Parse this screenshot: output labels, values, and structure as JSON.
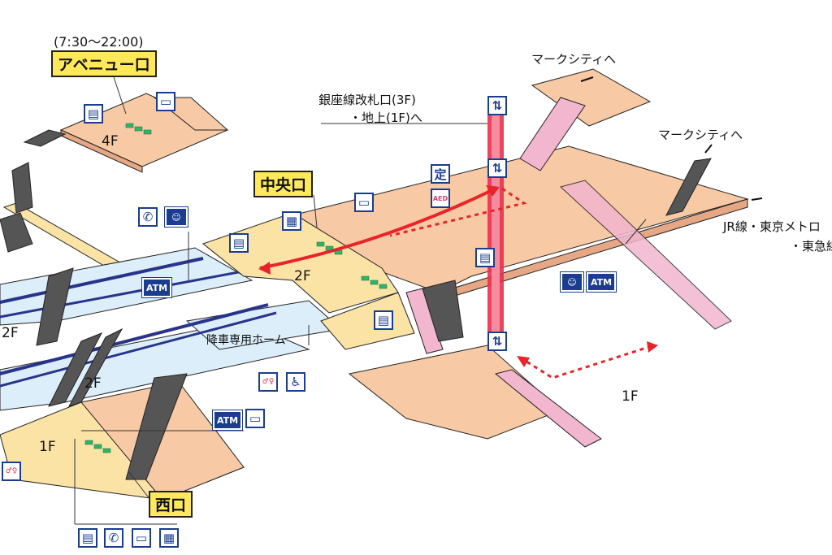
{
  "hours": "(7:30～22:00)",
  "exits": {
    "avenue": "アベニュー口",
    "central": "中央口",
    "west": "西口"
  },
  "floors": {
    "f4": "4F",
    "f2_center": "2F",
    "f2_left": "2F",
    "f2_mid": "2F",
    "f1_right": "1F",
    "f1_left": "1F"
  },
  "labels": {
    "ginza_line_1": "銀座線改札口(3F)",
    "ginza_line_2": "・地上(1F)へ",
    "mark_city_top": "マークシティへ",
    "mark_city_right": "マークシティへ",
    "jr_1": "JR線・東京メトロ",
    "jr_2": "・東急線",
    "platform": "降車専用ホーム"
  },
  "icons": {
    "atm": "ATM",
    "teiki": "定",
    "aed": "AED",
    "phone": "✆",
    "elevator": "⇅",
    "card": "▭",
    "person": "☺",
    "toilet": "♂♀",
    "accessible": "♿",
    "fare": "▤",
    "ticket": "▦"
  },
  "colors": {
    "concourse": "#f7c9a4",
    "exit_area": "#fbe3a6",
    "platform": "#dceefa",
    "stairs": "#555555",
    "escalator": "#f2b6cf",
    "elevator_shaft": "#e8304f",
    "route": "#e8242b",
    "icon_blue": "#1a3d8f"
  }
}
